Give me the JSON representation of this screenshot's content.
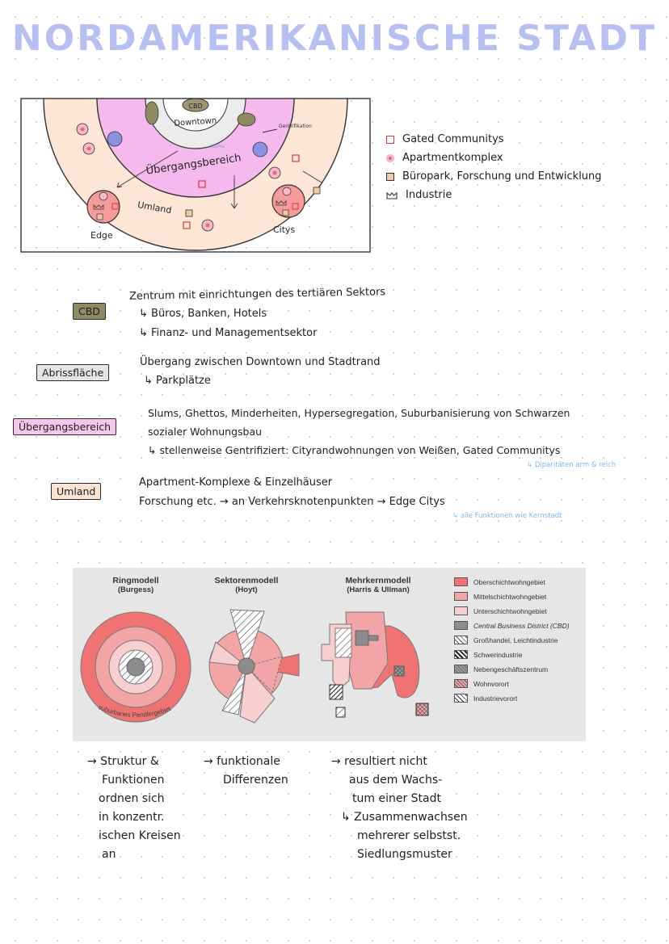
{
  "title": "NORDAMERIKANISCHE STADT",
  "diagram": {
    "labels": {
      "cbd": "CBD",
      "downtown": "Downtown",
      "uebergangsbereich": "Übergangsbereich",
      "umland": "Umland",
      "edge": "Edge",
      "citys": "Citys",
      "slums": "Slums",
      "gentrifikation": "Gentrifikation"
    }
  },
  "legend": {
    "items": [
      {
        "icon": "square-red-outline-icon",
        "label": "Gated Communitys"
      },
      {
        "icon": "pink-circle-icon",
        "label": "Apartmentkomplex"
      },
      {
        "icon": "tan-square-icon",
        "label": "Büropark, Forschung und Entwicklung"
      },
      {
        "icon": "industry-icon",
        "label": "Industrie"
      }
    ]
  },
  "zones": [
    {
      "tag": "CBD",
      "color": "#8e8a64",
      "lines": [
        "Zentrum mit einrichtungen des tertiären Sektors",
        "↳ Büros, Banken, Hotels",
        "↳ Finanz- und Managementsektor"
      ]
    },
    {
      "tag": "Abrissfläche",
      "color": "#e5e5e5",
      "lines": [
        "Übergang zwischen Downtown und Stadtrand",
        "↳ Parkplätze"
      ]
    },
    {
      "tag": "Übergangsbereich",
      "color": "#f5c6ee",
      "lines": [
        "Slums, Ghettos, Minderheiten, Hypersegregation, Suburbanisierung von Schwarzen",
        "sozialer Wohnungsbau",
        "↳ stellenweise Gentrifiziert: Cityrandwohnungen von Weißen, Gated Communitys"
      ],
      "note": "↳ Diparitäten arm & reich"
    },
    {
      "tag": "Umland",
      "color": "#fbe3d4",
      "lines": [
        "Apartment-Komplexe & Einzelhäuser",
        "Forschung etc. → an Verkehrsknotenpunkten → Edge Citys"
      ],
      "note": "↳ alle Funktionen wie Kernstadt"
    }
  ],
  "models": {
    "ring": {
      "title": "Ringmodell",
      "subtitle": "(Burgess)",
      "ring_label": "suburbanes Pendlergebiet"
    },
    "sector": {
      "title": "Sektorenmodell",
      "subtitle": "(Hoyt)"
    },
    "multi": {
      "title": "Mehrkernmodell",
      "subtitle": "(Harris & Ullman)"
    },
    "legend": [
      {
        "label": "Oberschichtwohngebiet",
        "color": "#ef7373",
        "pattern": "solid"
      },
      {
        "label": "Mittelschichtwohngebiet",
        "color": "#f3a4a6",
        "pattern": "solid"
      },
      {
        "label": "Unterschichtwohngebiet",
        "color": "#f8cfd0",
        "pattern": "solid"
      },
      {
        "label": "Central Business District (CBD)",
        "color": "#8c8c8c",
        "pattern": "solid"
      },
      {
        "label": "Großhandel, Leichtindustrie",
        "color": "#ffffff",
        "pattern": "hatch-light"
      },
      {
        "label": "Schwerindustrie",
        "color": "#ffffff",
        "pattern": "hatch-heavy"
      },
      {
        "label": "Nebengeschäftszentrum",
        "color": "#9b9b9b",
        "pattern": "cross"
      },
      {
        "label": "Wohnvorort",
        "color": "#f3a4a6",
        "pattern": "cross-pink"
      },
      {
        "label": "Industrievorort",
        "color": "#ffffff",
        "pattern": "hatch-box"
      }
    ]
  },
  "notes": {
    "ring": [
      "→ Struktur &",
      "Funktionen",
      "ordnen sich",
      "in konzentr.",
      "ischen Kreisen",
      "an"
    ],
    "sector": [
      "→ funktionale",
      "Differenzen"
    ],
    "multi": [
      "→ resultiert nicht",
      "aus dem Wachs-",
      "tum einer Stadt",
      "↳ Zusammenwachsen",
      "mehrerer selbstst.",
      "Siedlungsmuster"
    ]
  }
}
